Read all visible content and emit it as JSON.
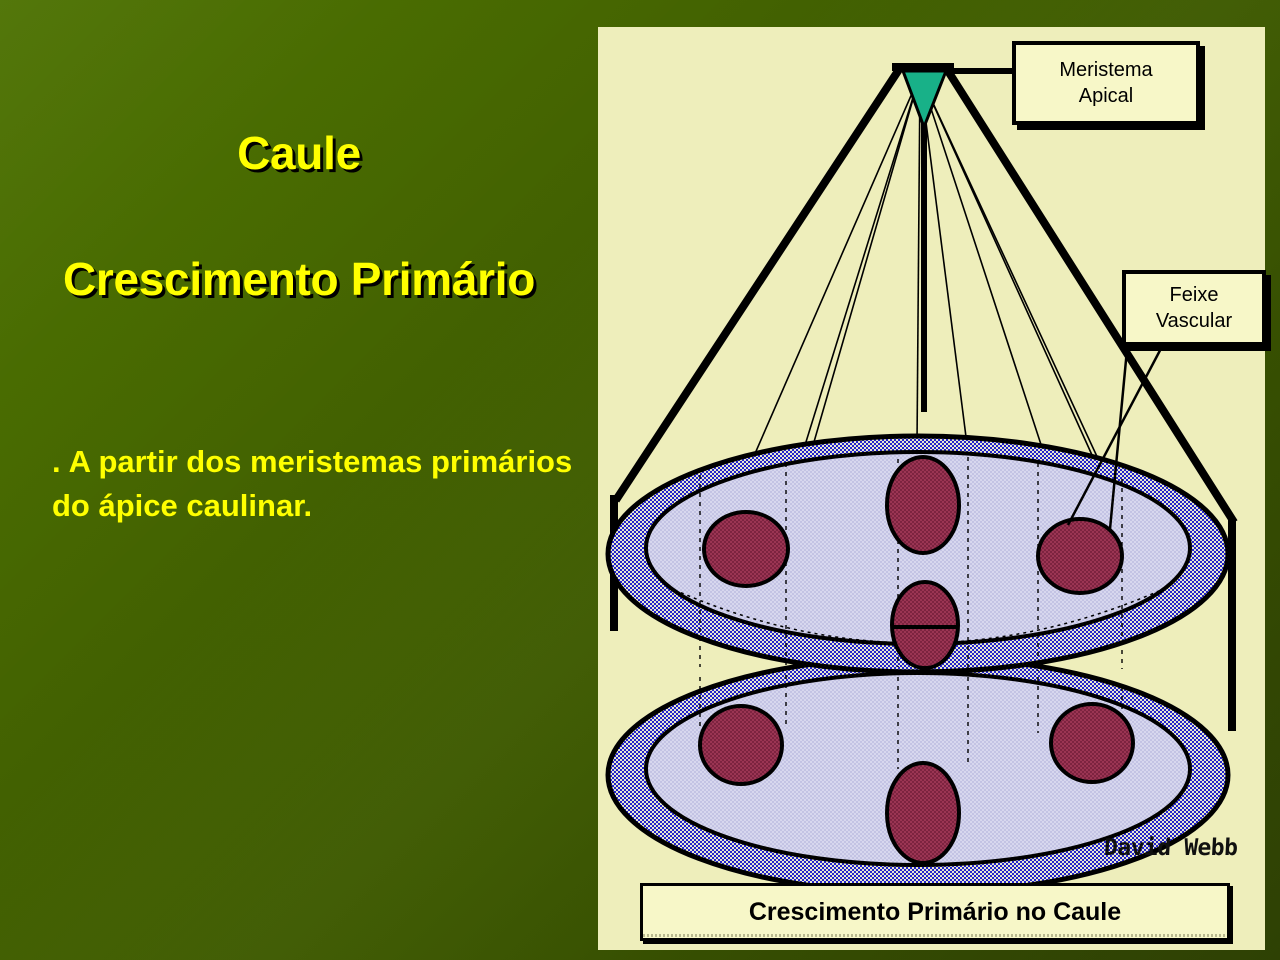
{
  "slide": {
    "title": "Caule",
    "subtitle": "Crescimento Primário",
    "bullet_marker": ".",
    "bullet_text": "A partir dos meristemas primários do ápice caulinar."
  },
  "diagram": {
    "caption": "Crescimento Primário no Caule",
    "signature": "David Webb",
    "labels": [
      {
        "id": "meristema",
        "line1": "Meristema",
        "line2": "Apical"
      },
      {
        "id": "feixe",
        "line1": "Feixe",
        "line2": "Vascular"
      }
    ],
    "colors": {
      "slide_green_light": "#4d7202",
      "slide_green_dark": "#2b3e00",
      "panel_background": "#eeeebb",
      "label_fill": "#f7f7c8",
      "title_yellow": "#ffff00",
      "meristem_triangle": "#18b188",
      "cortex_ring_blue": "#2222cc",
      "cortex_fill": "#ccccec",
      "vascular_bundle": "#8c2c48",
      "outline_black": "#000000"
    },
    "structure": {
      "apex_meristem_shape": "inverted-triangle",
      "cross_sections": 2,
      "upper_section_bundles": 4,
      "lower_section_bundles": 3,
      "radiating_lines": 8
    }
  }
}
